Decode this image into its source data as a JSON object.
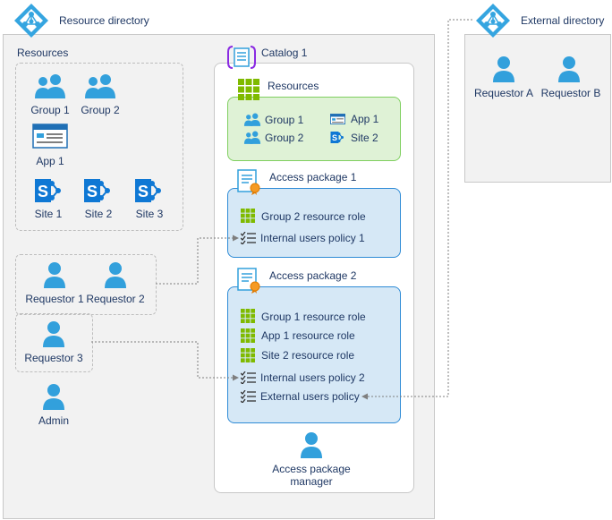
{
  "resource_directory": {
    "title": "Resource directory",
    "resources": {
      "title": "Resources",
      "group1": "Group 1",
      "group2": "Group 2",
      "app1": "App 1",
      "site1": "Site 1",
      "site2": "Site 2",
      "site3": "Site 3"
    },
    "requestor1": "Requestor 1",
    "requestor2": "Requestor 2",
    "requestor3": "Requestor 3",
    "admin": "Admin"
  },
  "catalog": {
    "title": "Catalog 1",
    "resources": {
      "title": "Resources",
      "group1": "Group 1",
      "group2": "Group 2",
      "app1": "App 1",
      "site2": "Site 2"
    },
    "package1": {
      "title": "Access package 1",
      "role1": "Group 2 resource role",
      "policy1": "Internal users policy 1"
    },
    "package2": {
      "title": "Access package 2",
      "role1": "Group 1 resource role",
      "role2": "App 1 resource role",
      "role3": "Site 2 resource role",
      "policy1": "Internal users policy 2",
      "policy2": "External users policy"
    },
    "manager_line1": "Access package",
    "manager_line2": "manager"
  },
  "external_directory": {
    "title": "External directory",
    "requestorA": "Requestor A",
    "requestorB": "Requestor B"
  },
  "colors": {
    "person": "#32a0dc",
    "green": "#7fba00",
    "panel": "#f2f2f2",
    "package_fill": "#d6e8f6",
    "package_border": "#2e8bd6",
    "resources_fill": "#dff2d6",
    "resources_border": "#7fcf5f"
  }
}
